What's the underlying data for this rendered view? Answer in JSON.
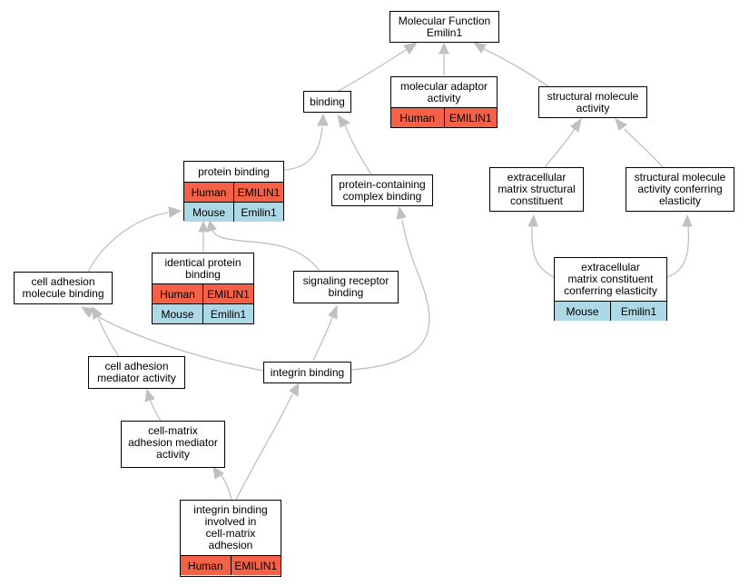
{
  "colors": {
    "human": "#f46146",
    "mouse": "#add8e6",
    "edge": "#c0c0c0"
  },
  "nodes": {
    "root": {
      "label": [
        "Molecular Function",
        "Emilin1"
      ],
      "rows": []
    },
    "binding": {
      "label": [
        "binding"
      ],
      "rows": []
    },
    "molecular_adaptor": {
      "label": [
        "molecular adaptor",
        "activity"
      ],
      "rows": [
        {
          "species": "Human",
          "gene": "EMILIN1",
          "color": "human"
        }
      ]
    },
    "structural_molecule": {
      "label": [
        "structural molecule",
        "activity"
      ],
      "rows": []
    },
    "protein_binding": {
      "label": [
        "protein binding"
      ],
      "rows": [
        {
          "species": "Human",
          "gene": "EMILIN1",
          "color": "human"
        },
        {
          "species": "Mouse",
          "gene": "Emilin1",
          "color": "mouse"
        }
      ]
    },
    "protein_complex": {
      "label": [
        "protein-containing",
        "complex binding"
      ],
      "rows": []
    },
    "ecm_structural": {
      "label": [
        "extracellular",
        "matrix structural",
        "constituent"
      ],
      "rows": []
    },
    "structural_elasticity": {
      "label": [
        "structural molecule",
        "activity conferring",
        "elasticity"
      ],
      "rows": []
    },
    "identical_protein": {
      "label": [
        "identical protein",
        "binding"
      ],
      "rows": [
        {
          "species": "Human",
          "gene": "EMILIN1",
          "color": "human"
        },
        {
          "species": "Mouse",
          "gene": "Emilin1",
          "color": "mouse"
        }
      ]
    },
    "cell_adhesion_molecule": {
      "label": [
        "cell adhesion",
        "molecule binding"
      ],
      "rows": []
    },
    "signaling_receptor": {
      "label": [
        "signaling receptor",
        "binding"
      ],
      "rows": []
    },
    "ecm_elasticity": {
      "label": [
        "extracellular",
        "matrix constituent",
        "conferring elasticity"
      ],
      "rows": [
        {
          "species": "Mouse",
          "gene": "Emilin1",
          "color": "mouse"
        }
      ]
    },
    "cell_adhesion_mediator": {
      "label": [
        "cell adhesion",
        "mediator activity"
      ],
      "rows": []
    },
    "integrin_binding": {
      "label": [
        "integrin binding"
      ],
      "rows": []
    },
    "cell_matrix_mediator": {
      "label": [
        "cell-matrix",
        "adhesion mediator",
        "activity"
      ],
      "rows": []
    },
    "integrin_cell_matrix": {
      "label": [
        "integrin binding",
        "involved in",
        "cell-matrix",
        "adhesion"
      ],
      "rows": [
        {
          "species": "Human",
          "gene": "EMILIN1",
          "color": "human"
        }
      ]
    }
  }
}
